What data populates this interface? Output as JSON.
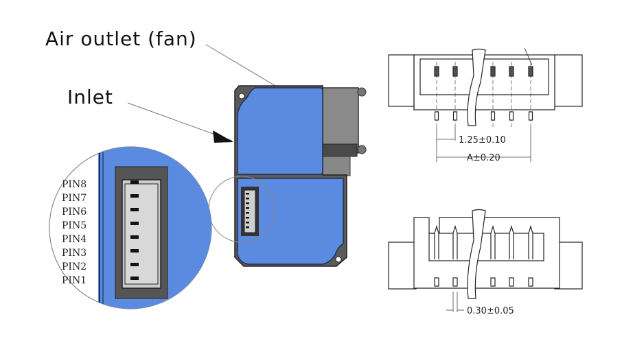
{
  "labels": {
    "air_outlet": "Air outlet (fan)",
    "inlet": "Inlet"
  },
  "pins": [
    "PIN8",
    "PIN7",
    "PIN6",
    "PIN5",
    "PIN4",
    "PIN3",
    "PIN2",
    "PIN1"
  ],
  "dimensions": {
    "pitch": "1.25±0.10",
    "overall": "A±0.20",
    "pin_width": "0.30±0.05"
  },
  "colors": {
    "housing_blue": "#5b8be0",
    "frame_gray": "#555555",
    "fan_gray": "#8a8a8a"
  }
}
